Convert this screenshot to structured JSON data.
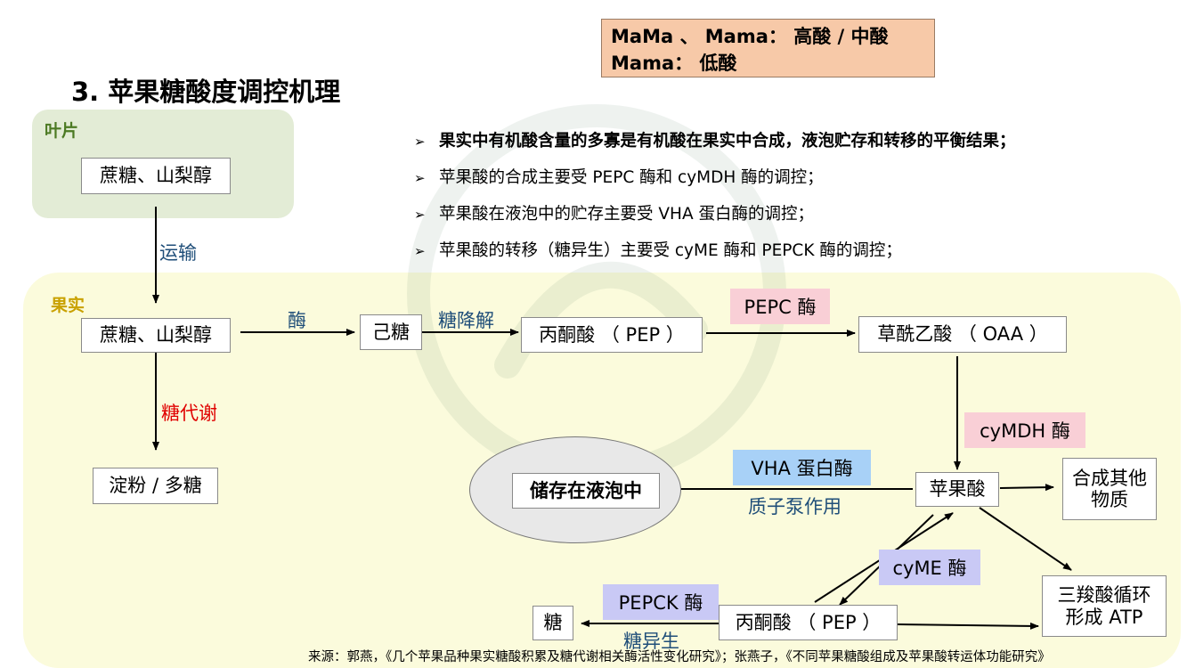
{
  "note": {
    "line1": "MaMa 、 Mama： 高酸 / 中酸",
    "line2": "Mama： 低酸"
  },
  "title": "3. 苹果糖酸度调控机理",
  "bullets": [
    "果实中有机酸含量的多寡是有机酸在果实中合成，液泡贮存和转移的平衡结果；",
    "苹果酸的合成主要受 PEPC 酶和 cyMDH 酶的调控；",
    "苹果酸在液泡中的贮存主要受 VHA 蛋白酶的调控；",
    "苹果酸的转移（糖异生）主要受 cyME 酶和 PEPCK 酶的调控；"
  ],
  "leaf": {
    "label": "叶片",
    "box": "蔗糖、山梨醇"
  },
  "fruit": {
    "label": "果实",
    "sucrose": "蔗糖、山梨醇",
    "hexose": "己糖",
    "pep_top": "丙酮酸 （ PEP ）",
    "oaa": "草酰乙酸 （ OAA ）",
    "starch": "淀粉 / 多糖",
    "malate": "苹果酸",
    "other": "合成其他物质",
    "tca_line1": "三羧酸循环",
    "tca_line2": "形成 ATP",
    "pep_bottom": "丙酮酸 （ PEP ）",
    "sugar": "糖",
    "vacuole": "储存在液泡中"
  },
  "labels": {
    "transport": "运输",
    "enzyme": "酶",
    "glycolysis": "糖降解",
    "sugar_metabolism": "糖代谢",
    "proton_pump": "质子泵作用",
    "gluconeogenesis": "糖异生"
  },
  "enzymes": {
    "pepc": "PEPC 酶",
    "cymdh": "cyMDH 酶",
    "vha": "VHA 蛋白酶",
    "cyme": "cyME 酶",
    "pepck": "PEPCK 酶"
  },
  "source": "来源：郭燕，《几个苹果品种果实糖酸积累及糖代谢相关酶活性变化研究》；张燕子，《不同苹果糖酸组成及苹果酸转运体功能研究》",
  "colors": {
    "leaf_region": "#e3ecd6",
    "fruit_region": "#fbfbdc",
    "leaf_label": "#4c7a23",
    "fruit_label": "#c9a100",
    "enzyme_pink": "#f9cfd6",
    "enzyme_blue": "#a8d1f7",
    "enzyme_lavender": "#c9c9f5",
    "label_blue": "#1f4e79",
    "label_red": "#e00000",
    "note_bg": "#f7c9a8"
  }
}
